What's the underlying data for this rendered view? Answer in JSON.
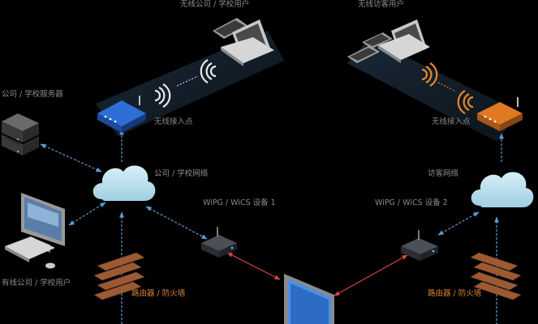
{
  "labels": {
    "corp_user_wireless": "无线公司 / 学校用户",
    "guest_user_wireless": "无线访客用户",
    "corp_servers": "公司 / 学校服务器",
    "access_point_left": "无线接入点",
    "access_point_right": "无线接入点",
    "corp_network": "公司 / 学校网络",
    "guest_network": "访客网络",
    "device_1": "WiPG / WiCS 设备 1",
    "device_2": "WiPG / WiCS 设备 2",
    "wired_user": "有线公司 / 学校用户",
    "firewall_left": "路由器 / 防火墙",
    "firewall_right": "路由器 / 防火墙"
  },
  "colors": {
    "background": "#000000",
    "label_gray": "#8a8a8a",
    "label_orange": "#d88433",
    "link_blue": "#5b9bd5",
    "link_red": "#d9443f",
    "cloud": "#bfe3f0",
    "brick": "#9c5a34",
    "ap_blue": "#2e6fd6",
    "ap_orange": "#e07a22",
    "wifi_white": "#e8e8e8",
    "wifi_orange": "#e8892a"
  }
}
